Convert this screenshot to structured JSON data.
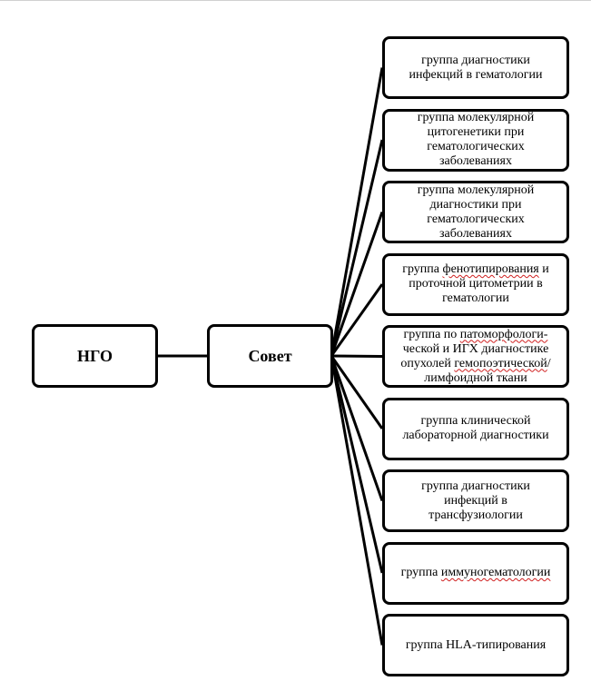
{
  "root": {
    "label": "НГО"
  },
  "council": {
    "label": "Совет"
  },
  "groups": [
    {
      "parts": [
        {
          "t": "группа диагностики\nинфекций в гематологии",
          "sq": false
        }
      ]
    },
    {
      "parts": [
        {
          "t": "группа молекулярной\nцитогенетики при\nгематологических\nзаболеваниях",
          "sq": false
        }
      ]
    },
    {
      "parts": [
        {
          "t": "группа молекулярной\nдиагностики при\nгематологических\nзаболеваниях",
          "sq": false
        }
      ]
    },
    {
      "parts": [
        {
          "t": "группа ",
          "sq": false
        },
        {
          "t": "фенотипирования",
          "sq": true
        },
        {
          "t": " и\nпроточной цитометрии в\nгематологии",
          "sq": false
        }
      ]
    },
    {
      "parts": [
        {
          "t": "группа по ",
          "sq": false
        },
        {
          "t": "патоморфологи-",
          "sq": true
        },
        {
          "t": "\nческой и ИГХ диагностике\nопухолей ",
          "sq": false
        },
        {
          "t": "гемопоэтической",
          "sq": true
        },
        {
          "t": "/\nлимфоидной ткани",
          "sq": false
        }
      ]
    },
    {
      "parts": [
        {
          "t": "группа клинической\nлабораторной диагностики",
          "sq": false
        }
      ]
    },
    {
      "parts": [
        {
          "t": "группа диагностики\nинфекций в\nтрансфузиологии",
          "sq": false
        }
      ]
    },
    {
      "parts": [
        {
          "t": "группа ",
          "sq": false
        },
        {
          "t": "иммуногематологии",
          "sq": true
        }
      ]
    },
    {
      "parts": [
        {
          "t": "группа HLA-типирования",
          "sq": false
        }
      ]
    }
  ]
}
